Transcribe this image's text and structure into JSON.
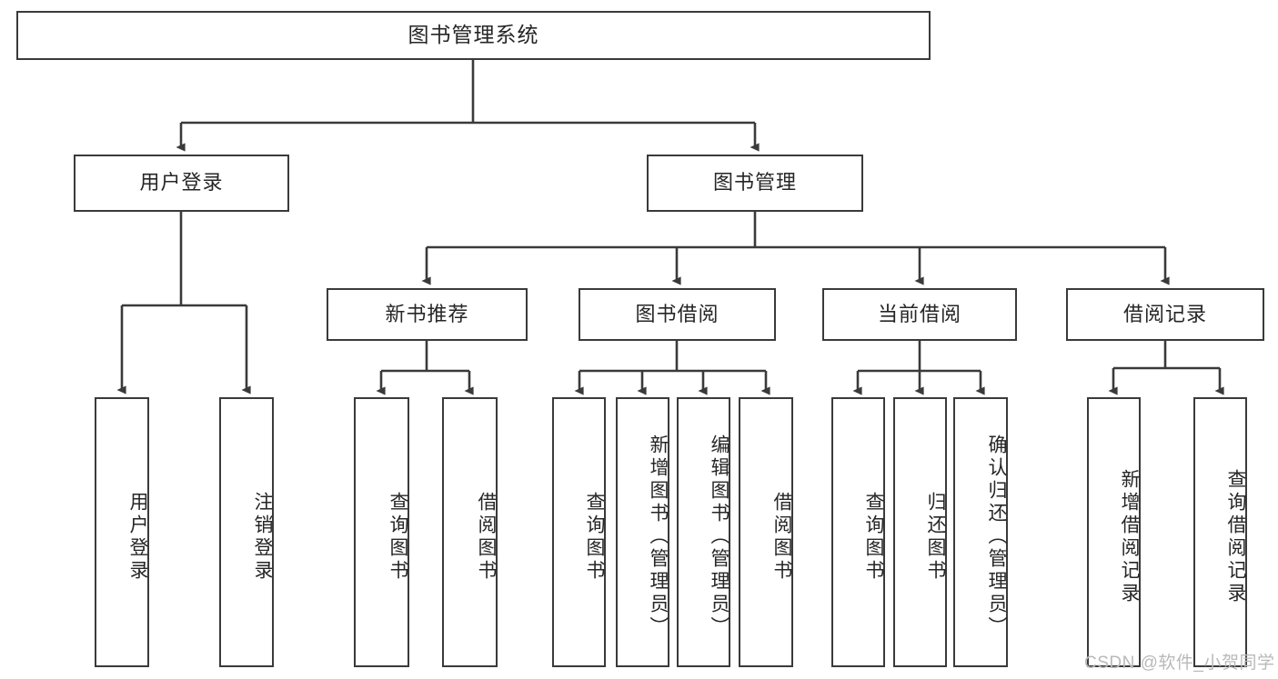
{
  "diagram": {
    "title": "图书管理系统",
    "type": "hierarchy-tree",
    "levels": 4,
    "colors": {
      "box_stroke": "#3a3a3a",
      "box_fill": "#ffffff",
      "edge_stroke": "#3a3a3a",
      "text": "#262626",
      "watermark": "#b9b9b9",
      "background": "#ffffff"
    },
    "root": {
      "label": "图书管理系统"
    },
    "level2": [
      {
        "label": "用户登录"
      },
      {
        "label": "图书管理"
      }
    ],
    "level3": [
      {
        "label": "新书推荐"
      },
      {
        "label": "图书借阅"
      },
      {
        "label": "当前借阅"
      },
      {
        "label": "借阅记录"
      }
    ],
    "leaves_user_login": [
      {
        "label": "用户登录"
      },
      {
        "label": "注销登录"
      }
    ],
    "leaves_new_book": [
      {
        "label": "查询图书"
      },
      {
        "label": "借阅图书"
      }
    ],
    "leaves_borrow": [
      {
        "label": "查询图书"
      },
      {
        "label": "新增图书（管理员）"
      },
      {
        "label": "编辑图书（管理员）"
      },
      {
        "label": "借阅图书"
      }
    ],
    "leaves_current": [
      {
        "label": "查询图书"
      },
      {
        "label": "归还图书"
      },
      {
        "label": "确认归还（管理员）"
      }
    ],
    "leaves_records": [
      {
        "label": "新增借阅记录"
      },
      {
        "label": "查询借阅记录"
      }
    ]
  },
  "watermark": {
    "text": "CSDN @软件_小贺同学"
  }
}
